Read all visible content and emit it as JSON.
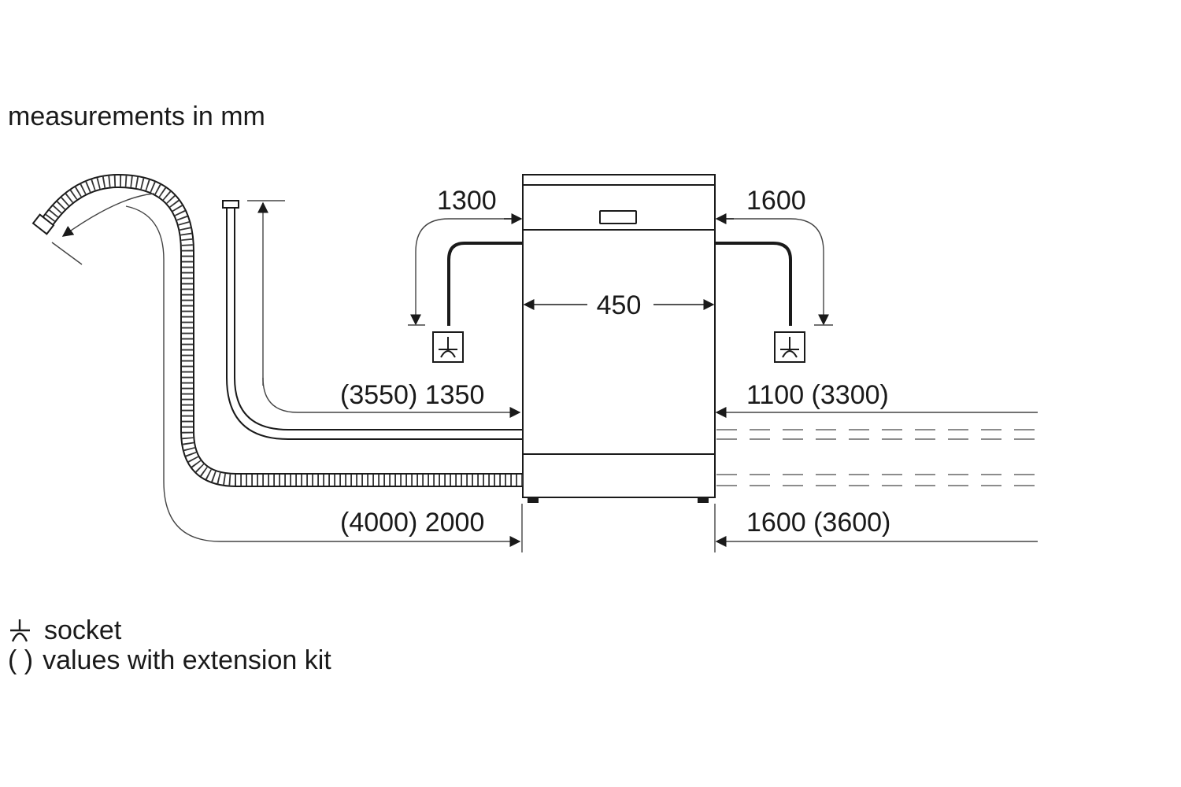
{
  "title": "measurements in mm",
  "dimensions": {
    "width": "450",
    "left_cable": "1300",
    "right_cable": "1600",
    "left_supply": "(3550) 1350",
    "right_supply": "1100 (3300)",
    "left_drain": "(4000) 2000",
    "right_drain": "1600 (3600)"
  },
  "legend": {
    "socket_label": "socket",
    "paren_symbol": "( )",
    "paren_label": "values with extension kit"
  },
  "icons": [
    "socket-icon",
    "drain-hose",
    "water-supply-hose",
    "dishwasher-outline"
  ],
  "colors": {
    "line": "#1a1a1a",
    "thin": "#444444"
  }
}
